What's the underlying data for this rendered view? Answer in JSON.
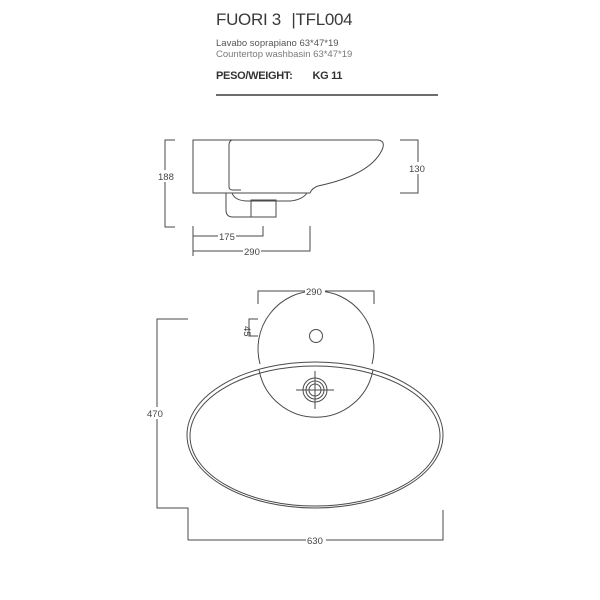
{
  "header": {
    "model": "FUORI 3",
    "separator": "|",
    "code": "TFL004",
    "description_it": "Lavabo soprapiano 63*47*19",
    "description_en": "Countertop  washbasin  63*47*19",
    "weight_label": "PESO/WEIGHT:",
    "weight_value": "KG 11"
  },
  "side_view": {
    "dimensions": {
      "total_height": "188",
      "bowl_height": "130",
      "drain_offset": "175",
      "depth": "290"
    }
  },
  "top_view": {
    "dimensions": {
      "tap_deck_width": "290",
      "tap_hole_offset": "45",
      "depth": "470",
      "width": "630"
    }
  },
  "colors": {
    "line": "#4a4a4a",
    "text": "#444444",
    "background": "#ffffff"
  }
}
